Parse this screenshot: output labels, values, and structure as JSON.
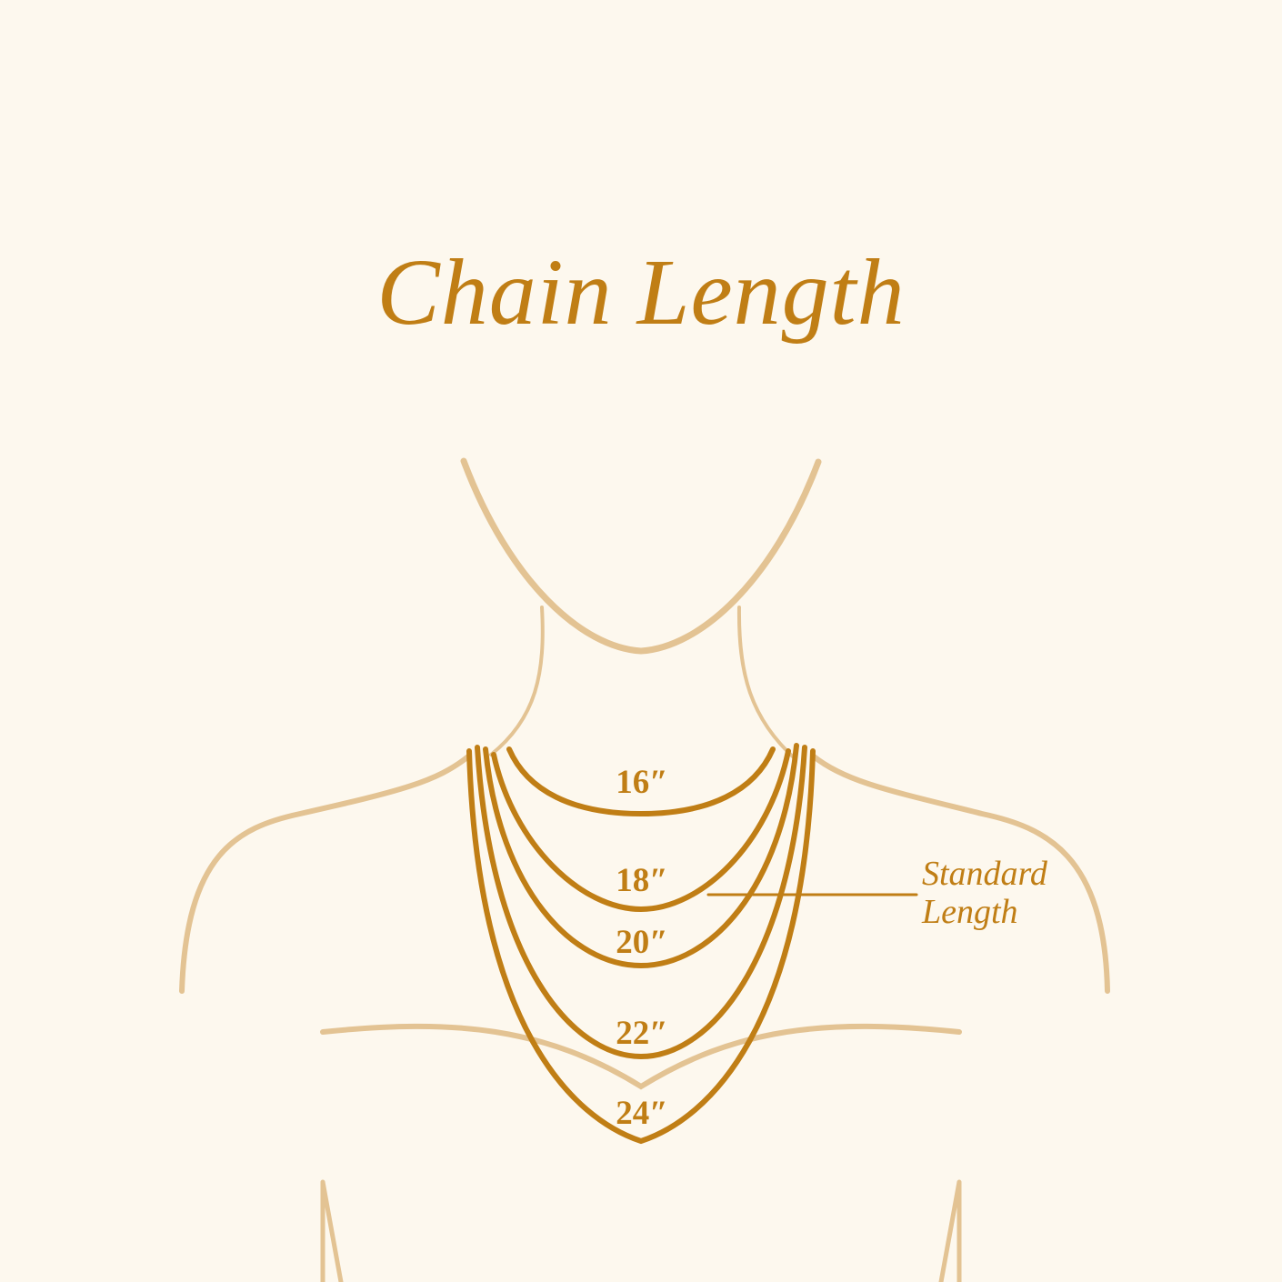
{
  "title": "Chain Length",
  "colors": {
    "background": "#fdf8ee",
    "outline": "#e3c393",
    "chain": "#c07e15"
  },
  "chains": [
    {
      "length": 16,
      "label": "16″"
    },
    {
      "length": 18,
      "label": "18″"
    },
    {
      "length": 20,
      "label": "20″"
    },
    {
      "length": 22,
      "label": "22″"
    },
    {
      "length": 24,
      "label": "24″"
    }
  ],
  "annotation": {
    "line1": "Standard",
    "line2": "Length",
    "points_to": "18″"
  }
}
